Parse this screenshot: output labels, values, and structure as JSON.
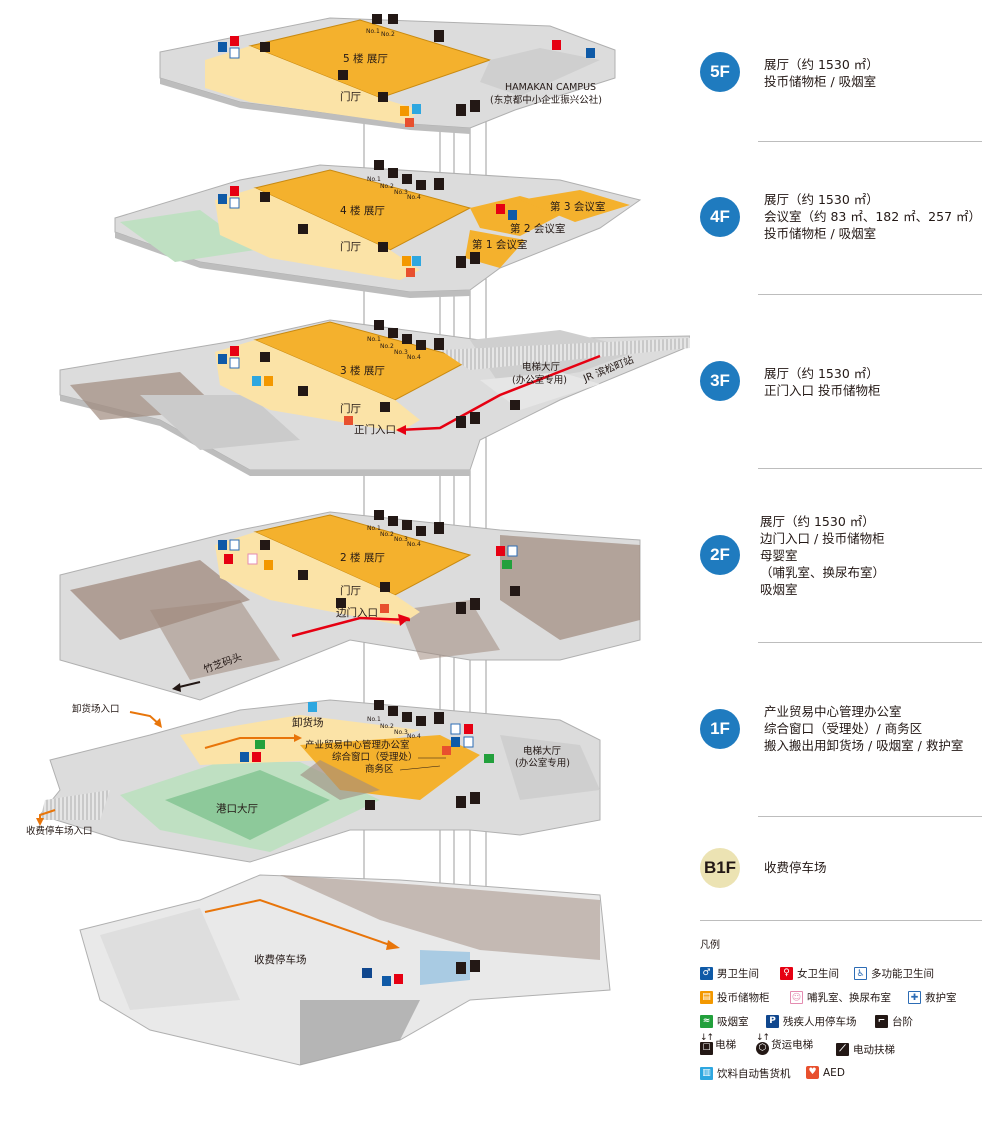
{
  "floors": [
    {
      "code": "5F",
      "lines": [
        "展厅（约 1530 ㎡）",
        "投币储物柜 / 吸烟室"
      ]
    },
    {
      "code": "4F",
      "lines": [
        "展厅（约 1530 ㎡）",
        "会议室（约 83 ㎡、182 ㎡、257 ㎡）",
        "投币储物柜 / 吸烟室"
      ]
    },
    {
      "code": "3F",
      "lines": [
        "展厅（约 1530 ㎡）",
        "正门入口  投币储物柜"
      ]
    },
    {
      "code": "2F",
      "lines": [
        "展厅（约 1530 ㎡）",
        "边门入口 / 投币储物柜",
        "母婴室",
        "（哺乳室、换尿布室）",
        "吸烟室"
      ]
    },
    {
      "code": "1F",
      "lines": [
        "产业贸易中心管理办公室",
        "综合窗口（受理处）/ 商务区",
        "搬入搬出用卸货场 / 吸烟室 / 救护室"
      ]
    },
    {
      "code": "B1F",
      "lines": [
        "收费停车场"
      ]
    }
  ],
  "legend": {
    "title": "凡例",
    "items": [
      {
        "icon": "male-toilet-icon",
        "label": "男卫生间"
      },
      {
        "icon": "female-toilet-icon",
        "label": "女卫生间"
      },
      {
        "icon": "accessible-toilet-icon",
        "label": "多功能卫生间"
      },
      {
        "icon": "coin-locker-icon",
        "label": "投币储物柜"
      },
      {
        "icon": "nursing-room-icon",
        "label": "哺乳室、换尿布室"
      },
      {
        "icon": "first-aid-icon",
        "label": "救护室"
      },
      {
        "icon": "smoking-room-icon",
        "label": "吸烟室"
      },
      {
        "icon": "accessible-parking-icon",
        "label": "残疾人用停车场"
      },
      {
        "icon": "stairs-icon",
        "label": "台阶"
      },
      {
        "icon": "elevator-icon",
        "label": "电梯"
      },
      {
        "icon": "freight-elevator-icon",
        "label": "货运电梯"
      },
      {
        "icon": "escalator-icon",
        "label": "电动扶梯"
      },
      {
        "icon": "vending-machine-icon",
        "label": "饮料自动售货机"
      },
      {
        "icon": "aed-icon",
        "label": "AED"
      }
    ]
  },
  "map_labels": {
    "f5_hall": "5 楼 展厅",
    "f5_lobby": "门厅",
    "f5_campus_1": "HAMAKAN CAMPUS",
    "f5_campus_2": "(东京都中小企业振兴公社)",
    "f4_hall": "4 楼 展厅",
    "f4_lobby": "门厅",
    "f4_conf1": "第 1 会议室",
    "f4_conf2": "第 2 会议室",
    "f4_conf3": "第 3 会议室",
    "f3_hall": "3 楼 展厅",
    "f3_lobby": "门厅",
    "f3_main_entrance": "正门入口",
    "f3_elev_hall_1": "电梯大厅",
    "f3_elev_hall_2": "(办公室专用)",
    "f3_jr_station": "JR 滨松町站",
    "f2_hall": "2 楼 展厅",
    "f2_lobby": "门厅",
    "f2_side_entrance": "边门入口",
    "f2_pier": "竹芝码头",
    "f1_loading_entrance": "卸货场入口",
    "f1_loading": "卸货场",
    "f1_office": "产业贸易中心管理办公室",
    "f1_window": "综合窗口（受理处）",
    "f1_business": "商务区",
    "f1_elev_hall_1": "电梯大厅",
    "f1_elev_hall_2": "(办公室专用)",
    "f1_port_hall": "港口大厅",
    "f1_parking_entrance": "收费停车场入口",
    "b1_parking": "收费停车场",
    "elev_no1": "No.1",
    "elev_no2": "No.2",
    "elev_no3": "No.3",
    "elev_no4": "No.4"
  },
  "colors": {
    "hall": "#f4b12d",
    "lobby": "#fbe3a7",
    "floor_grey": "#dcdcdc",
    "floor_dark": "#a08a7e",
    "green": "#bfe0c2",
    "badge": "#1f7bbf",
    "badge_b1": "#ece3b3",
    "route": "#e60012",
    "arrow": "#e8750a"
  }
}
